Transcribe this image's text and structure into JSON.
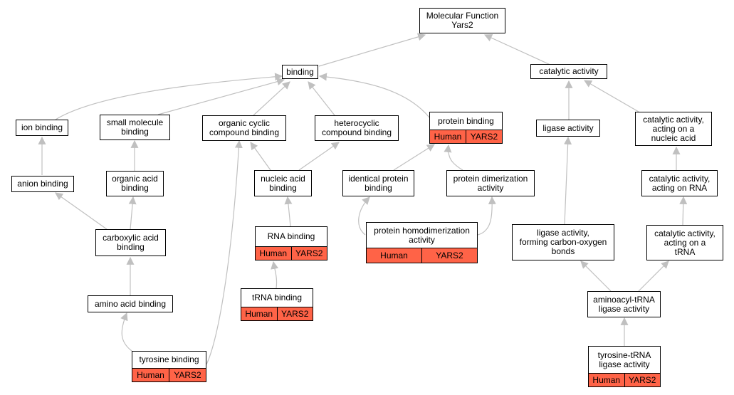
{
  "colors": {
    "edge": "#c0c0c0",
    "annotation": "#ff6347",
    "border": "#000000"
  },
  "nodes": {
    "mf": {
      "label": "Molecular Function\nYars2"
    },
    "binding": {
      "label": "binding"
    },
    "catalytic": {
      "label": "catalytic activity"
    },
    "ion": {
      "label": "ion binding"
    },
    "smallmol": {
      "label": "small molecule\nbinding"
    },
    "orgcyclic": {
      "label": "organic cyclic\ncompound binding"
    },
    "heterocyclic": {
      "label": "heterocyclic\ncompound binding"
    },
    "protein": {
      "label": "protein binding",
      "species": "Human",
      "gene": "YARS2"
    },
    "ligase": {
      "label": "ligase activity"
    },
    "catnuc": {
      "label": "catalytic activity,\nacting on a\nnucleic acid"
    },
    "anion": {
      "label": "anion binding"
    },
    "orgacid": {
      "label": "organic acid\nbinding"
    },
    "nucacid": {
      "label": "nucleic acid\nbinding"
    },
    "identical": {
      "label": "identical protein\nbinding"
    },
    "dimer": {
      "label": "protein dimerization\nactivity"
    },
    "catrna": {
      "label": "catalytic activity,\nacting on RNA"
    },
    "carboxylic": {
      "label": "carboxylic acid\nbinding"
    },
    "rna": {
      "label": "RNA binding",
      "species": "Human",
      "gene": "YARS2"
    },
    "homodimer": {
      "label": "protein homodimerization\nactivity",
      "species": "Human",
      "gene": "YARS2"
    },
    "ligasecobonds": {
      "label": "ligase activity,\nforming carbon-oxygen\nbonds"
    },
    "cattrna": {
      "label": "catalytic activity,\nacting on a\ntRNA"
    },
    "aminoacid": {
      "label": "amino acid binding"
    },
    "trna": {
      "label": "tRNA binding",
      "species": "Human",
      "gene": "YARS2"
    },
    "aatrna": {
      "label": "aminoacyl-tRNA\nligase activity"
    },
    "tyrosine": {
      "label": "tyrosine binding",
      "species": "Human",
      "gene": "YARS2"
    },
    "tyrtrna": {
      "label": "tyrosine-tRNA\nligase activity",
      "species": "Human",
      "gene": "YARS2"
    }
  }
}
